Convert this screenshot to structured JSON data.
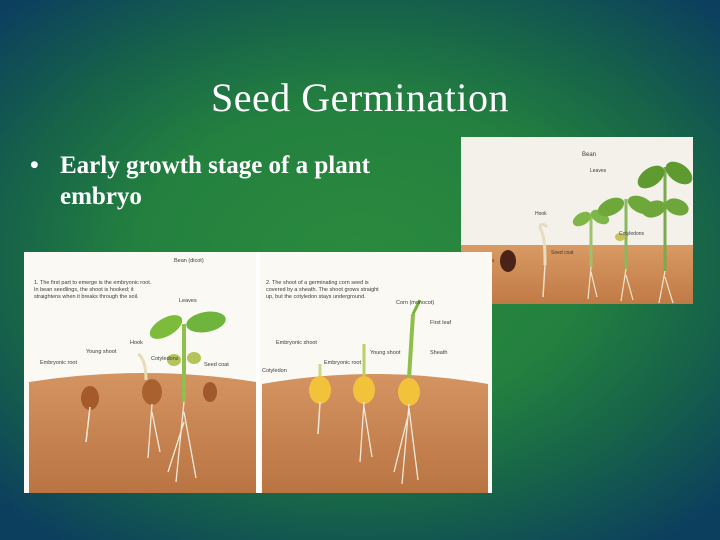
{
  "slide": {
    "title": "Seed Germination",
    "bullets": [
      {
        "marker": "•",
        "text": "Early growth stage of a plant embryo"
      }
    ]
  },
  "figure_top": {
    "labels": {
      "bean": "Bean",
      "leaves": "Leaves",
      "hook": "Hook",
      "cotyledons": "Cotyledons",
      "seed_coat": "Seed coat",
      "embryonic_root": "Embryonic root"
    }
  },
  "figure_bottom": {
    "left_caption": "1. The first part to emerge is the embryonic root. In bean seedlings, the shoot is hooked; it straightens when it breaks through the soil.",
    "right_caption": "2. The shoot of a germinating corn seed is covered by a sheath. The shoot grows straight up, but the cotyledon stays underground.",
    "labels": {
      "bean_dicot": "Bean (dicot)",
      "leaves": "Leaves",
      "hook": "Hook",
      "young_shoot": "Young shoot",
      "cotyledons": "Cotyledons",
      "seed_coat": "Seed coat",
      "embryonic_root": "Embryonic root",
      "corn_monocot": "Corn (monocot)",
      "first_leaf": "First leaf",
      "sheath": "Sheath",
      "embryonic_shoot": "Embryonic shoot",
      "young_shoot_2": "Young shoot",
      "cotyledon": "Cotyledon",
      "embryonic_root_2": "Embryonic root"
    }
  },
  "colors": {
    "background_center": "#2b8a3e",
    "background_edge": "#0c3f5e",
    "soil": "#c98a56",
    "leaf": "#6fb43c",
    "text": "#ffffff"
  }
}
